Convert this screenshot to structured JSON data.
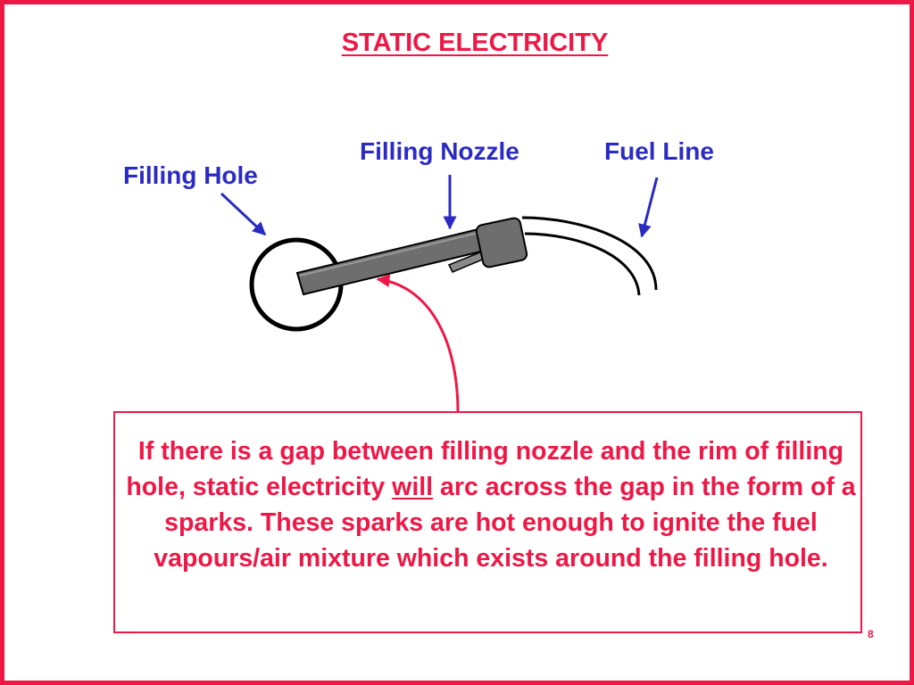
{
  "slide": {
    "title": "STATIC ELECTRICITY",
    "page_number": "8"
  },
  "labels": {
    "filling_hole": "Filling Hole",
    "filling_nozzle": "Filling Nozzle",
    "fuel_line": "Fuel Line"
  },
  "note": {
    "text_before": "If there is a gap between filling nozzle and the rim of filling hole, static electricity ",
    "emphasis": "will",
    "text_after": " arc across the gap in the form of a sparks. These sparks are hot enough to ignite the fuel vapours/air mixture which exists around the filling hole."
  },
  "colors": {
    "accent_red": "#ee1846",
    "label_blue": "#2b2bc4",
    "nozzle_gray": "#6e6e6e",
    "outline": "#000000"
  }
}
